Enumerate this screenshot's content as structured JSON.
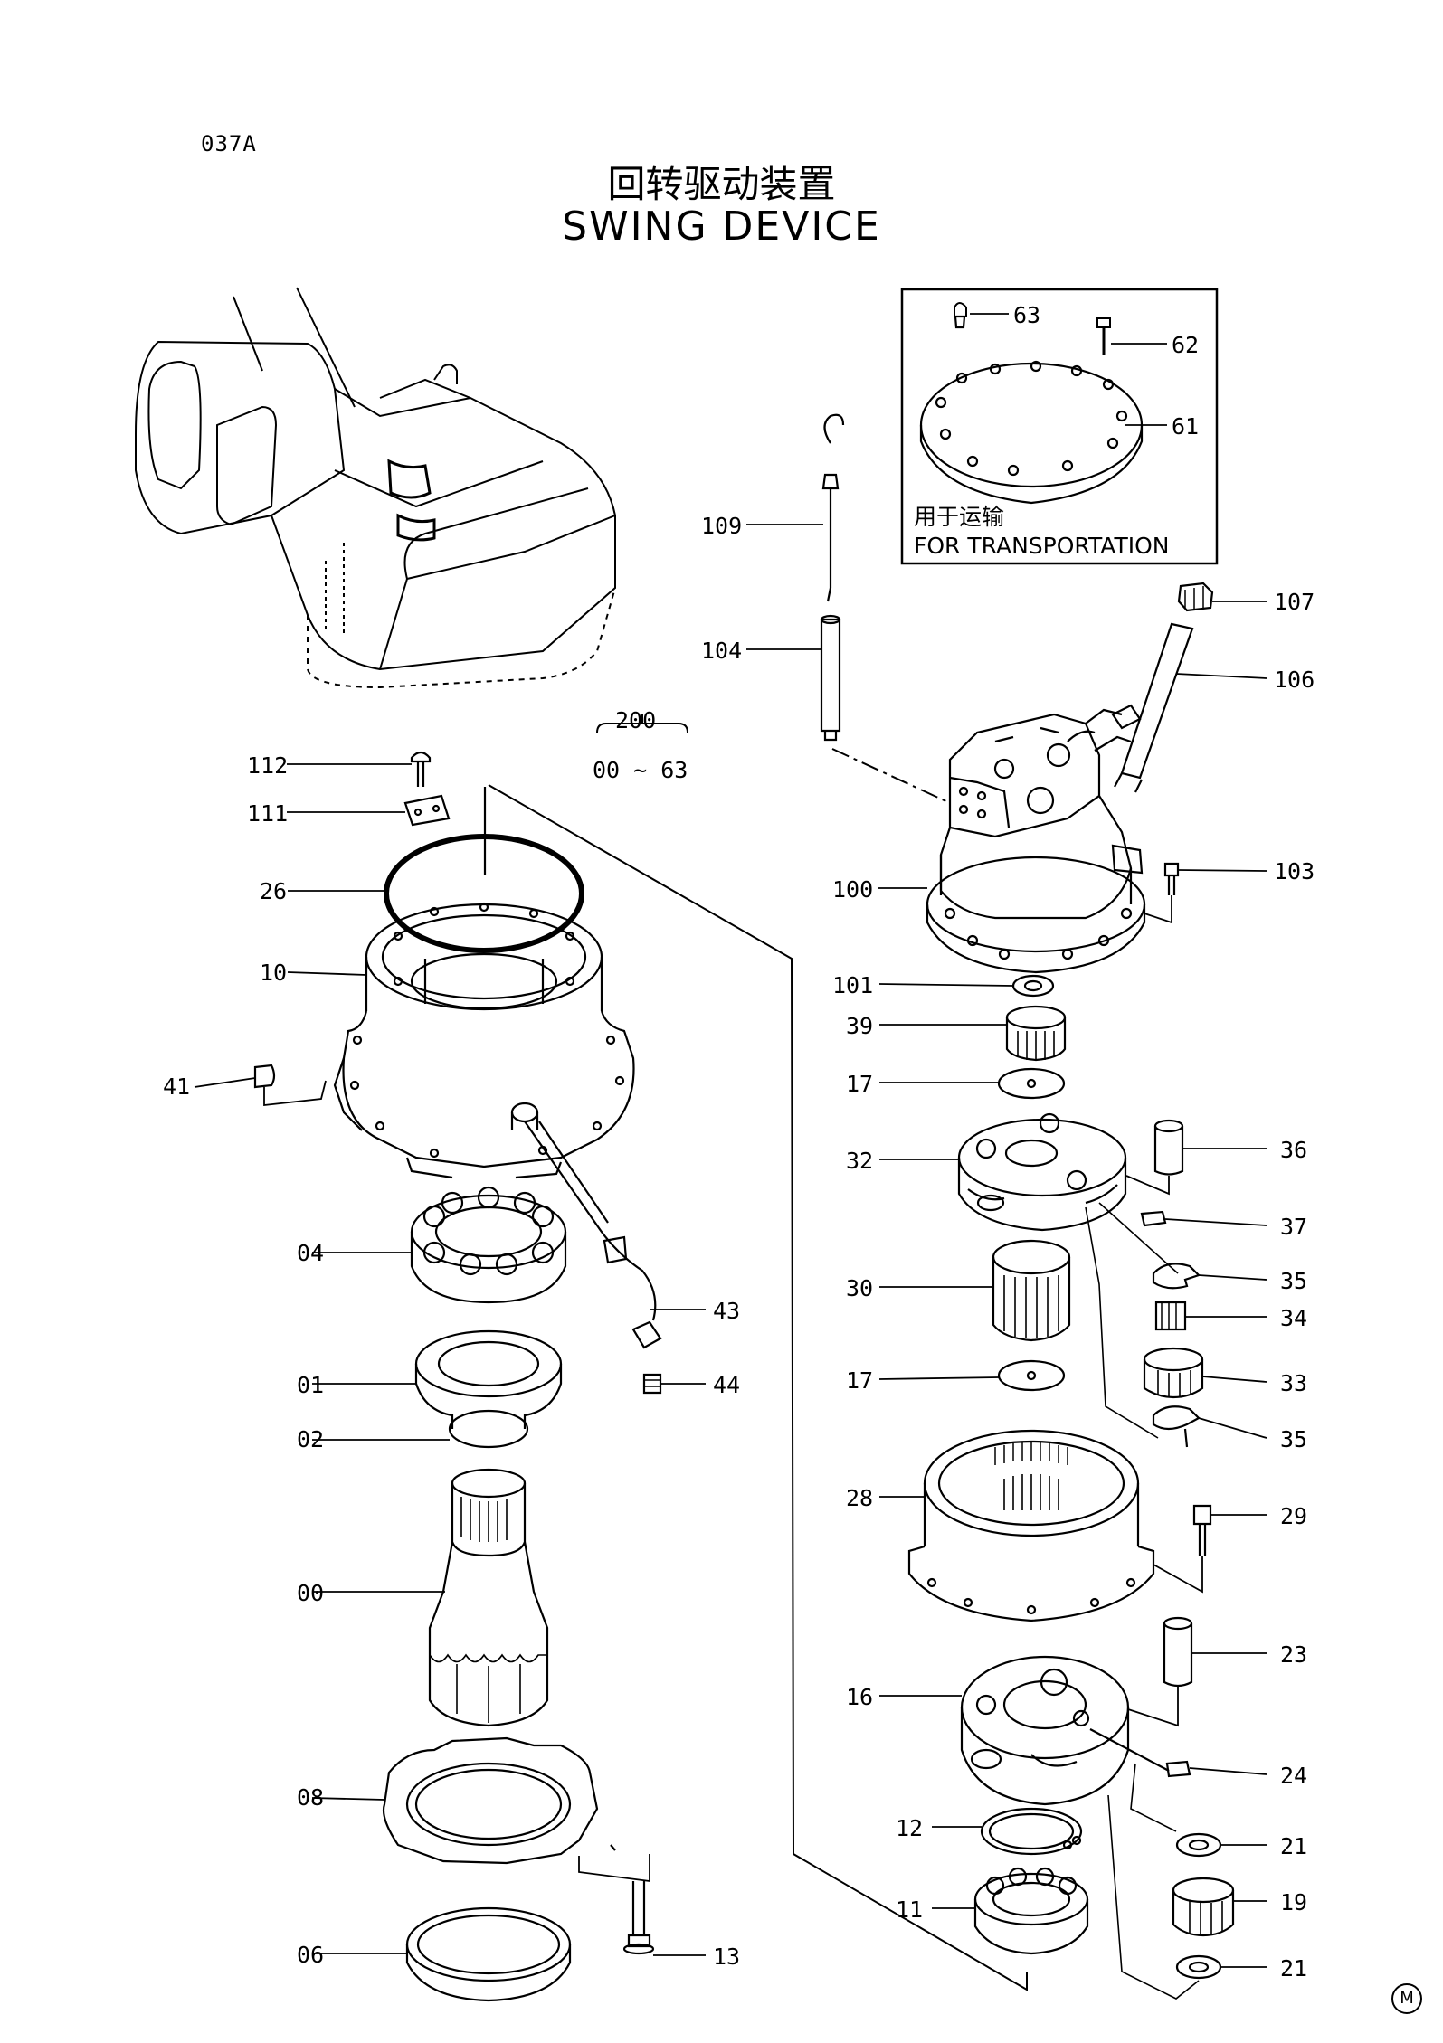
{
  "header": {
    "code": "037A",
    "title_cn": "回转驱动装置",
    "title_en": "SWING DEVICE"
  },
  "transport_box": {
    "label_cn": "用于运输",
    "label_en": "FOR TRANSPORTATION"
  },
  "group": {
    "number": "200",
    "range": "00 ~ 63"
  },
  "callouts": {
    "p112": "112",
    "p111": "111",
    "p26": "26",
    "p10": "10",
    "p41": "41",
    "p04": "04",
    "p01": "01",
    "p02": "02",
    "p00": "00",
    "p08": "08",
    "p06": "06",
    "p13": "13",
    "p43": "43",
    "p44": "44",
    "p63": "63",
    "p62": "62",
    "p61": "61",
    "p109": "109",
    "p104": "104",
    "p107": "107",
    "p106": "106",
    "p100": "100",
    "p103": "103",
    "p101": "101",
    "p39": "39",
    "p17a": "17",
    "p32": "32",
    "p36": "36",
    "p37": "37",
    "p35a": "35",
    "p34": "34",
    "p30": "30",
    "p33": "33",
    "p17b": "17",
    "p35b": "35",
    "p28": "28",
    "p29": "29",
    "p23": "23",
    "p16": "16",
    "p24": "24",
    "p12": "12",
    "p21a": "21",
    "p19": "19",
    "p11": "11",
    "p21b": "21"
  },
  "footer_mark": "M"
}
